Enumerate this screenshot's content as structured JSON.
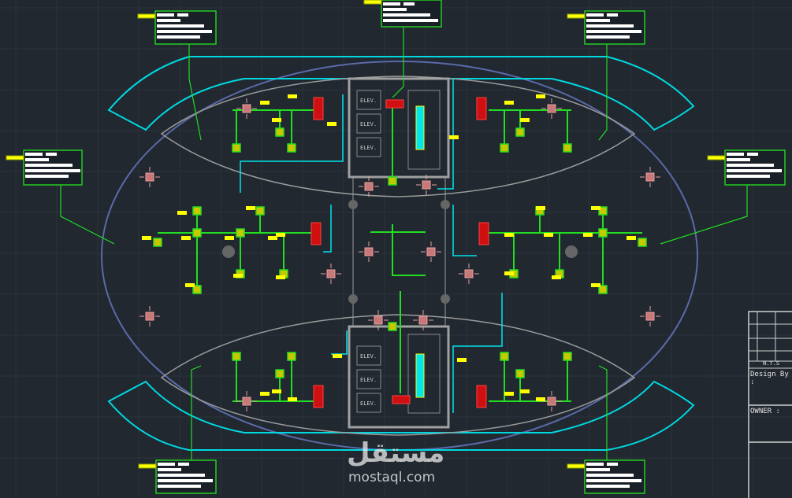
{
  "drawing": {
    "elevator_label": "ELEV.",
    "elevators": [
      "ELEV.",
      "ELEV.",
      "ELEV.",
      "ELEV.",
      "ELEV.",
      "ELEV."
    ]
  },
  "title_block": {
    "scale": "N.T.S",
    "design_by_label": "Design By :",
    "owner_label": "OWNER :"
  },
  "watermark": {
    "arabic": "مستقل",
    "url": "mostaql.com"
  },
  "colors": {
    "background": "#212830",
    "duct": "#22dd22",
    "pipe": "#00e5ee",
    "equipment": "#e01010",
    "tag": "#ffff00",
    "diffuser": "#e8a0a0",
    "wall": "#9a9a9a",
    "outer_slab": "#5a6aa8"
  }
}
